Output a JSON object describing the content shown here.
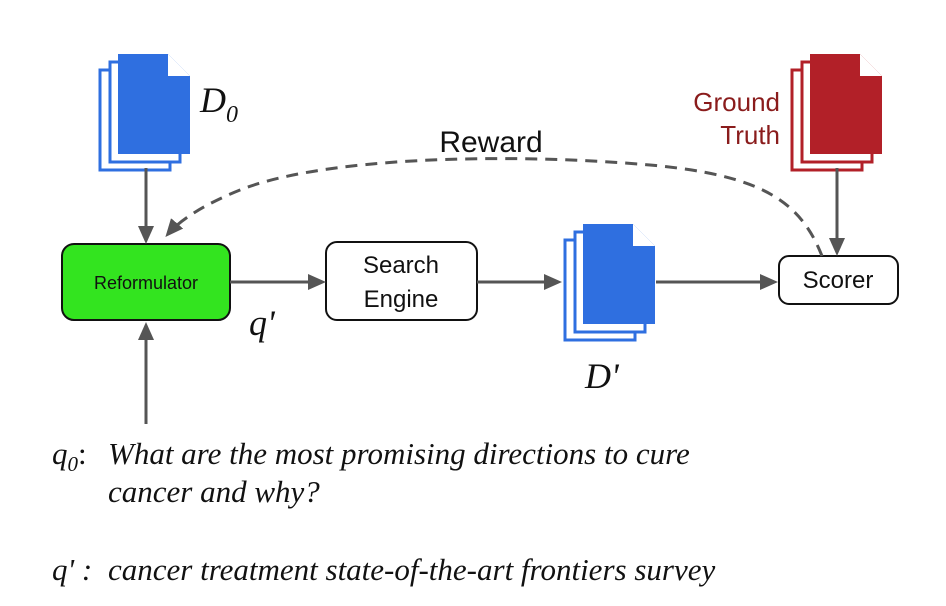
{
  "diagram": {
    "nodes": {
      "reformulator": "Reformulator",
      "search_engine_line1": "Search",
      "search_engine_line2": "Engine",
      "scorer": "Scorer"
    },
    "documents": {
      "d0_base": "D",
      "d0_sub": "0",
      "d_prime": "D'",
      "ground_truth_line1": "Ground",
      "ground_truth_line2": "Truth"
    },
    "edges": {
      "q_prime": "q'",
      "reward": "Reward"
    },
    "colors": {
      "reformulator_fill": "#33e41f",
      "doc_blue": "#2f6fe0",
      "doc_red": "#b22028",
      "ground_truth_text": "#8a1c1c",
      "arrow": "#555555"
    }
  },
  "captions": {
    "q0_label_base": "q",
    "q0_label_sub": "0",
    "q0_colon": ":",
    "q0_line1": "What are the most promising directions to cure",
    "q0_line2": "cancer and why?",
    "qprime_label": "q' :",
    "qprime_text": "cancer treatment state-of-the-art frontiers survey"
  }
}
